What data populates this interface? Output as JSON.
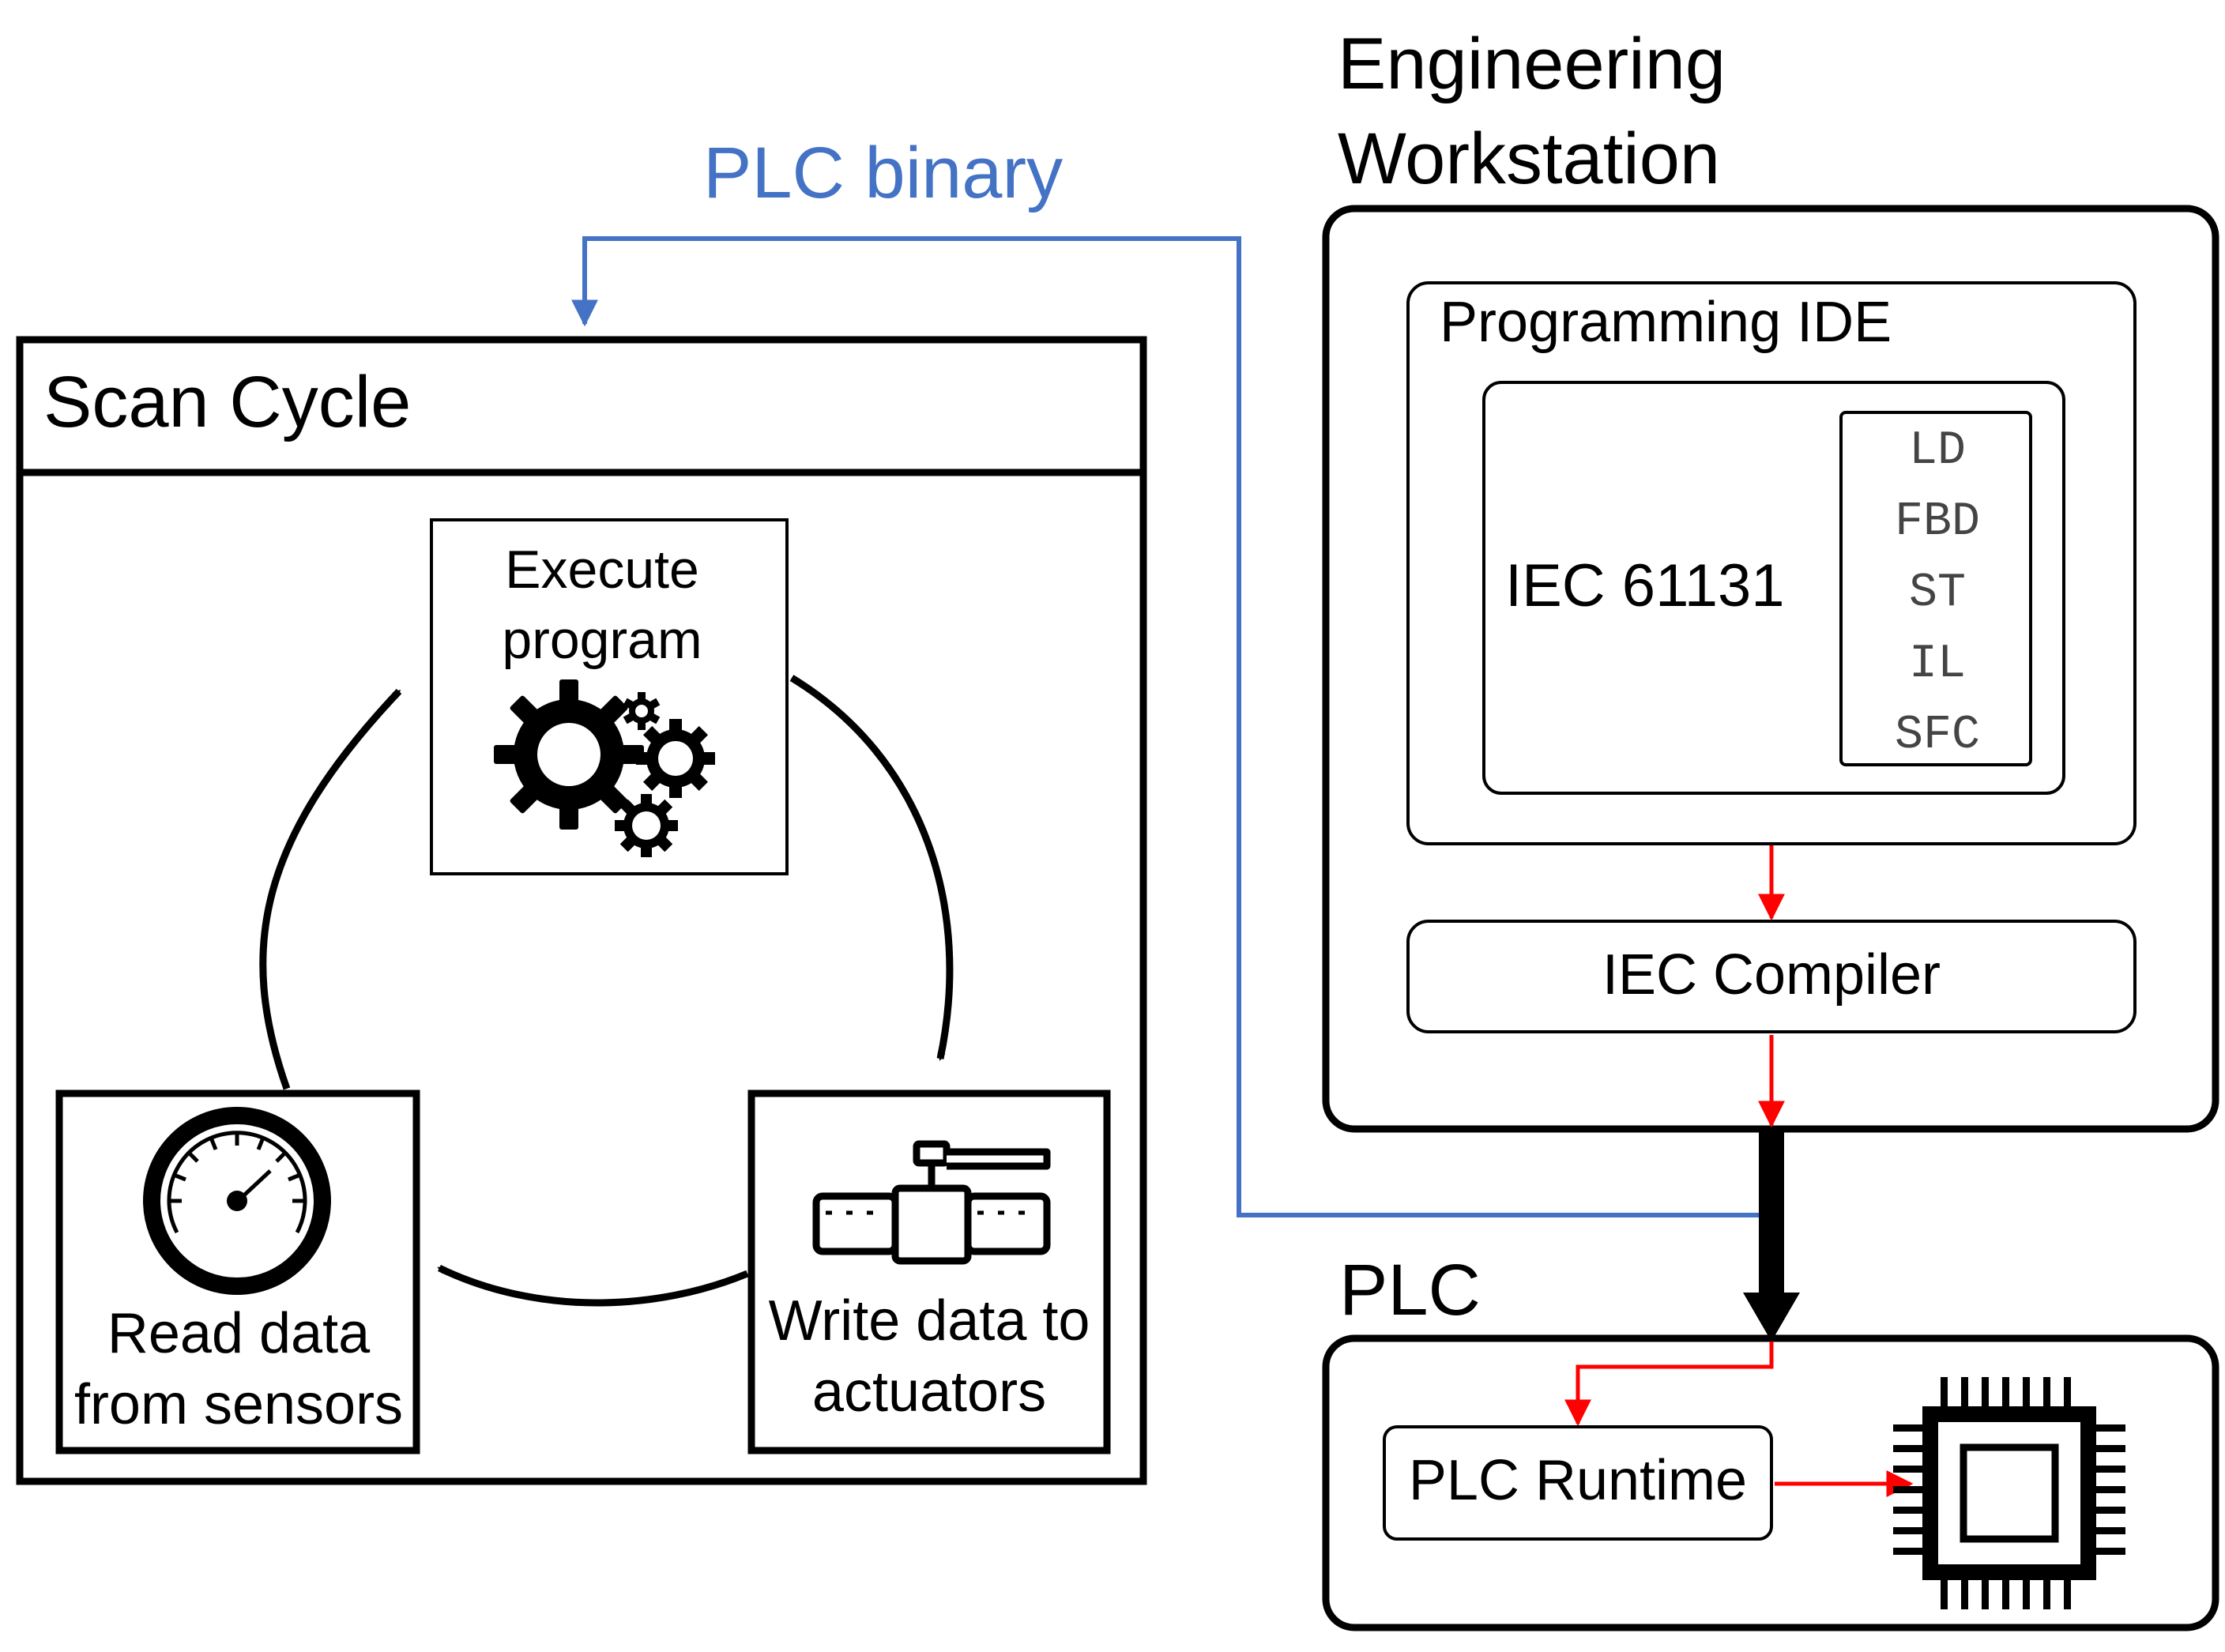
{
  "scan_cycle": {
    "title": "Scan Cycle",
    "execute": {
      "line1": "Execute",
      "line2": "program",
      "icon": "gears-icon"
    },
    "write": {
      "line1": "Write data to",
      "line2": "actuators",
      "icon": "valve-icon"
    },
    "read": {
      "line1": "Read data",
      "line2": "from sensors",
      "icon": "gauge-icon"
    }
  },
  "plc_binary_label": "PLC binary",
  "workstation": {
    "title_line1": "Engineering",
    "title_line2": "Workstation",
    "ide": {
      "title": "Programming IDE",
      "standard": "IEC 61131",
      "languages": [
        "LD",
        "FBD",
        "ST",
        "IL",
        "SFC"
      ]
    },
    "compiler": "IEC Compiler"
  },
  "plc": {
    "title": "PLC",
    "runtime": "PLC Runtime",
    "chip_icon": "cpu-chip-icon"
  },
  "colors": {
    "binary_line": "#4472C4",
    "flow_arrow": "#FF0000",
    "outline": "#000000"
  }
}
